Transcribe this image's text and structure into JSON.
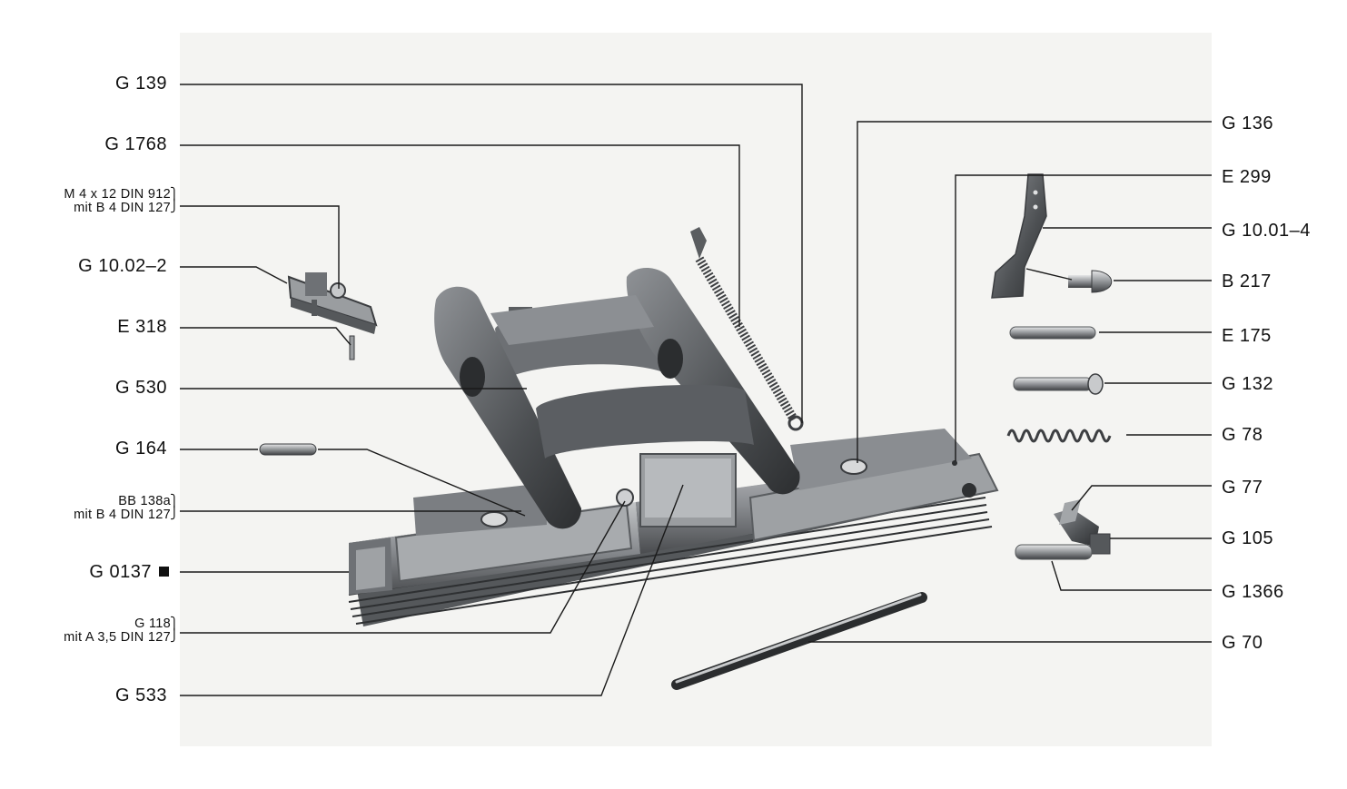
{
  "labels_left": {
    "g139": "G 139",
    "g1768": "G 1768",
    "m4_line1": "M 4 x 12 DIN 912",
    "m4_line2": "mit B 4 DIN 127",
    "g1002": "G 10.02–2",
    "e318": "E 318",
    "g530": "G 530",
    "g164": "G 164",
    "bb138_line1": "BB 138a",
    "bb138_line2": "mit B 4 DIN 127",
    "g0137": "G 0137",
    "g118_line1": "G 118",
    "g118_line2": "mit A 3,5 DIN 127",
    "g533": "G 533"
  },
  "labels_right": {
    "g136": "G 136",
    "e299": "E 299",
    "g1001": "G 10.01–4",
    "b217": "B 217",
    "e175": "E 175",
    "g132": "G 132",
    "g78": "G 78",
    "g77": "G 77",
    "g105": "G 105",
    "g1366": "G 1366",
    "g70": "G 70"
  },
  "colors": {
    "metal_dark": "#3a3c3e",
    "metal_mid": "#7d8084",
    "metal_light": "#b9bcbf",
    "leader_line": "#1a1a1a",
    "background": "#f4f4f2"
  }
}
